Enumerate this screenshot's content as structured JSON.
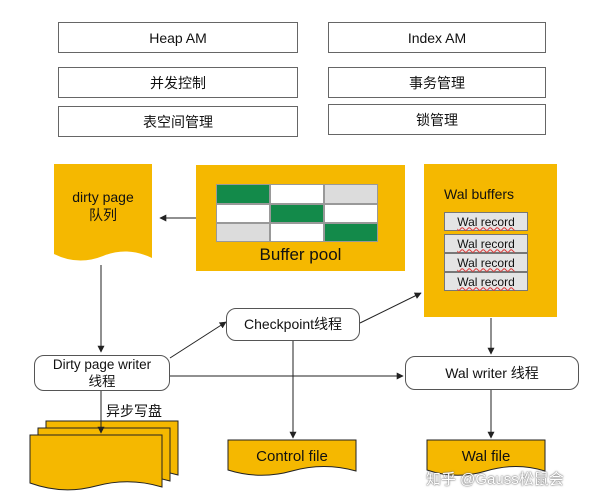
{
  "top_boxes": {
    "heap_am": "Heap AM",
    "index_am": "Index AM",
    "concurrency": "并发控制",
    "transaction": "事务管理",
    "tablespace": "表空间管理",
    "lock": "锁管理"
  },
  "dirty_queue": {
    "line1": "dirty page",
    "line2": "队列"
  },
  "buffer_pool": {
    "label": "Buffer pool"
  },
  "wal_buffers": {
    "title": "Wal buffers",
    "records": [
      "Wal record",
      "Wal record",
      "Wal record",
      "Wal record"
    ]
  },
  "checkpoint": "Checkpoint线程",
  "dirty_writer": {
    "line1": "Dirty page writer",
    "line2": "线程"
  },
  "wal_writer": "Wal writer 线程",
  "async_write": "异步写盘",
  "control_file": "Control file",
  "wal_file": "Wal file",
  "watermark": "知乎 @Gauss松鼠会",
  "colors": {
    "yellow": "#f5b800",
    "green": "#138a4a",
    "gray": "#dcdcdc"
  }
}
